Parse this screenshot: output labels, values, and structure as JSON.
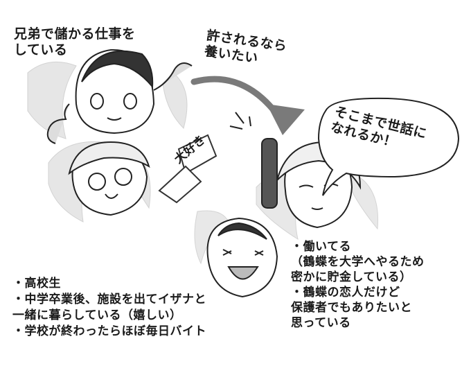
{
  "labels": {
    "top_left": "兄弟で儲かる仕事を\nしている",
    "arrow_top": "許されるなら\n養いたい",
    "arrow_middle": "大好き",
    "speech_bubble": "そこまで世話に\nなれるか！",
    "right_notes": "・働いてる\n（鶴蝶を大学へやるため\n密かに貯金している）\n・鶴蝶の恋人だけど\n保護者でもありたいと\n思っている",
    "bottom_left_notes": "・高校生\n・中学卒業後、施設を出てイザナと\n一緒に暮らしている（嬉しい）\n・学校が終わったらほぼ毎日バイト"
  }
}
